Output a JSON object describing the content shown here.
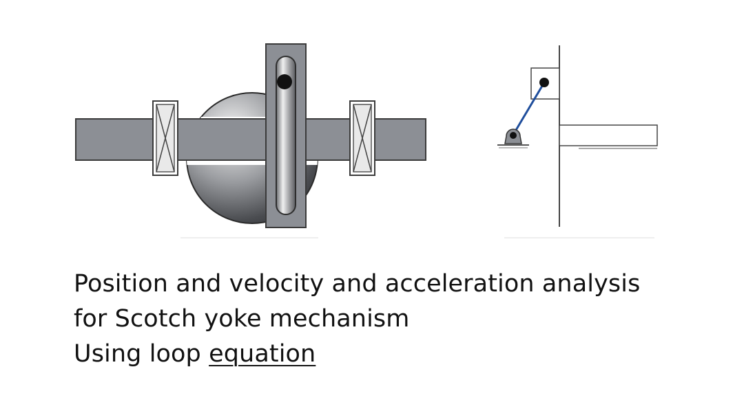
{
  "caption": {
    "line1": "Position and velocity and acceleration analysis",
    "line2": "for Scotch yoke mechanism",
    "line3_prefix": "Using loop ",
    "line3_underlined": "equation"
  },
  "colors": {
    "metal_gray": "#8c8f95",
    "outline": "#3a3a3a",
    "crank_link": "#1f4e9c",
    "pin": "#111111"
  }
}
